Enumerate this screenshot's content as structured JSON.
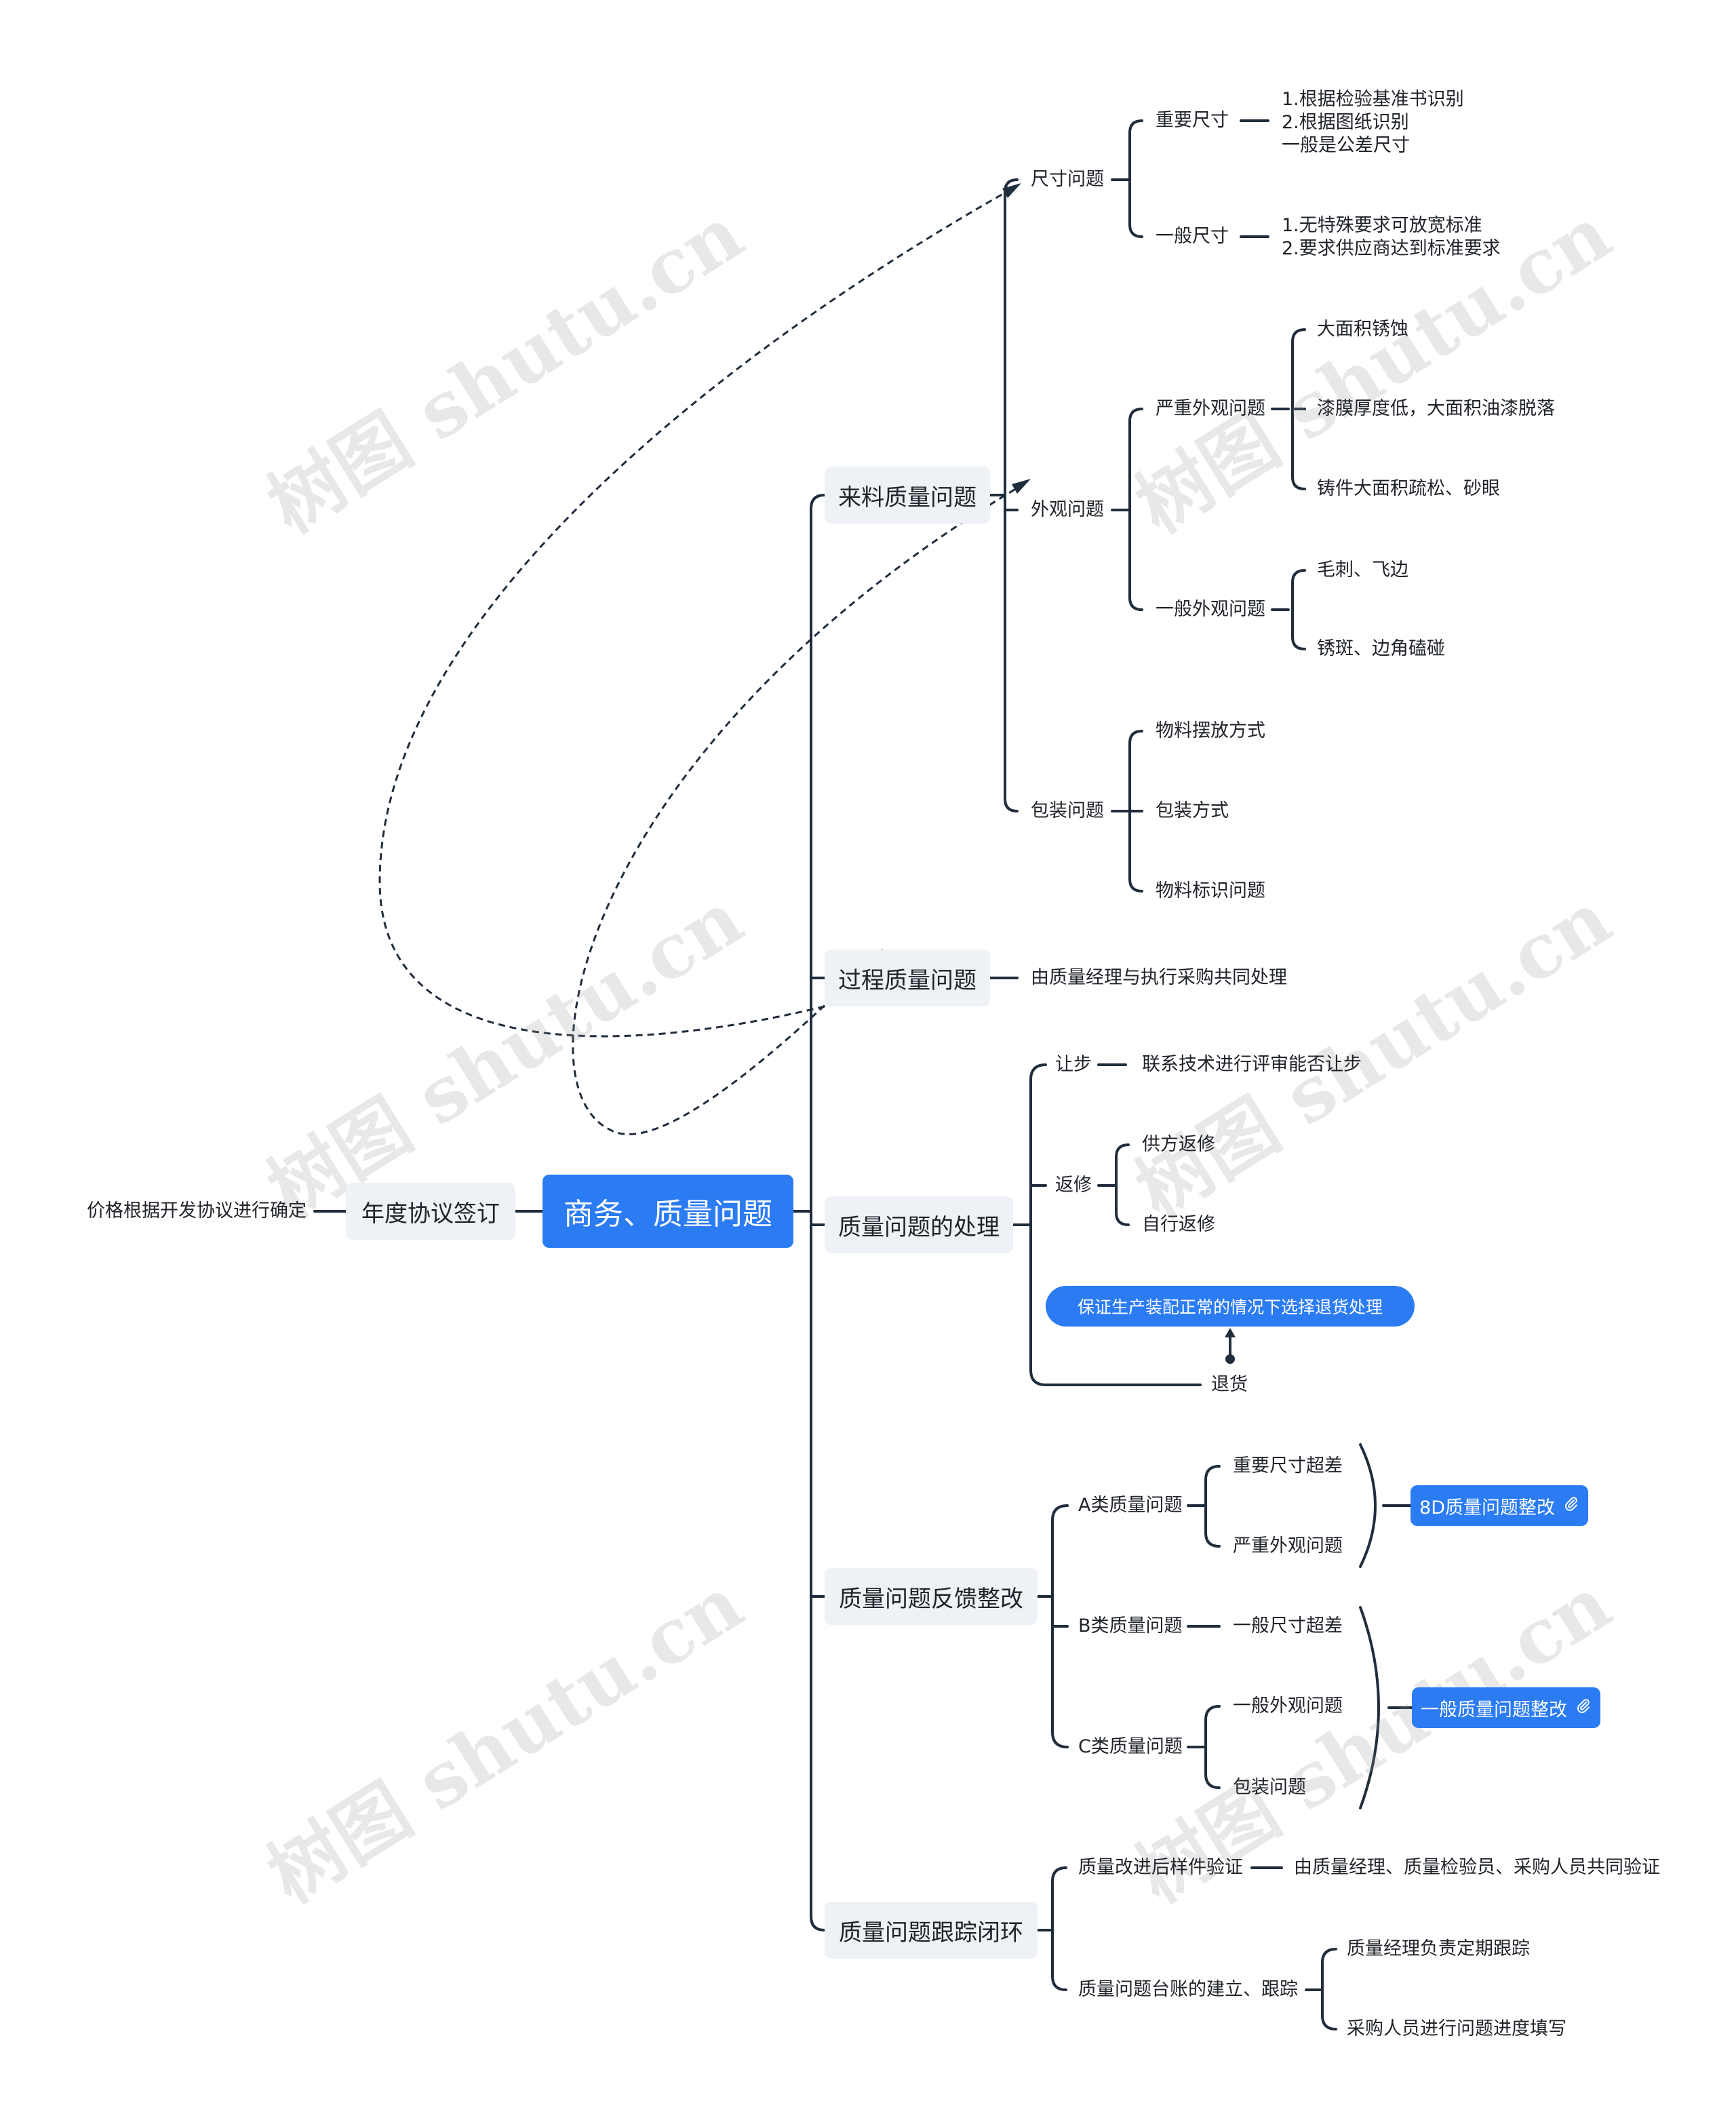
{
  "root": "商务、质量问题",
  "left": {
    "node": "年度协议签订",
    "leaf": "价格根据开发协议进行确定"
  },
  "branches": {
    "incoming": {
      "label": "来料质量问题",
      "size": {
        "label": "尺寸问题",
        "important": {
          "label": "重要尺寸",
          "text": [
            "1.根据检验基准书识别",
            "2.根据图纸识别",
            "一般是公差尺寸"
          ]
        },
        "general": {
          "label": "一般尺寸",
          "text": [
            "1.无特殊要求可放宽标准",
            "2.要求供应商达到标准要求"
          ]
        }
      },
      "appearance": {
        "label": "外观问题",
        "serious": {
          "label": "严重外观问题",
          "items": [
            "大面积锈蚀",
            "漆膜厚度低，大面积油漆脱落",
            "铸件大面积疏松、砂眼"
          ]
        },
        "general": {
          "label": "一般外观问题",
          "items": [
            "毛刺、飞边",
            "锈斑、边角磕碰"
          ]
        }
      },
      "packaging": {
        "label": "包装问题",
        "items": [
          "物料摆放方式",
          "包装方式",
          "物料标识问题"
        ]
      }
    },
    "process": {
      "label": "过程质量问题",
      "leaf": "由质量经理与执行采购共同处理"
    },
    "handling": {
      "label": "质量问题的处理",
      "concession": {
        "label": "让步",
        "leaf": "联系技术进行评审能否让步"
      },
      "rework": {
        "label": "返修",
        "items": [
          "供方返修",
          "自行返修"
        ]
      },
      "return_note": "保证生产装配正常的情况下选择退货处理",
      "return": "退货"
    },
    "feedback": {
      "label": "质量问题反馈整改",
      "a": {
        "label": "A类质量问题",
        "items": [
          "重要尺寸超差",
          "严重外观问题"
        ]
      },
      "b": {
        "label": "B类质量问题",
        "items": [
          "一般尺寸超差"
        ]
      },
      "c": {
        "label": "C类质量问题",
        "items": [
          "一般外观问题",
          "包装问题"
        ]
      },
      "tag_8d": "8D质量问题整改",
      "tag_general": "一般质量问题整改"
    },
    "closure": {
      "label": "质量问题跟踪闭环",
      "sample": {
        "label": "质量改进后样件验证",
        "leaf": "由质量经理、质量检验员、采购人员共同验证"
      },
      "ledger": {
        "label": "质量问题台账的建立、跟踪",
        "items": [
          "质量经理负责定期跟踪",
          "采购人员进行问题进度填写"
        ]
      }
    }
  },
  "watermark": "树图 shutu.cn",
  "colors": {
    "line": "#1f2d3d",
    "accent": "#2b7bf3",
    "node_bg": "#eef1f5"
  }
}
